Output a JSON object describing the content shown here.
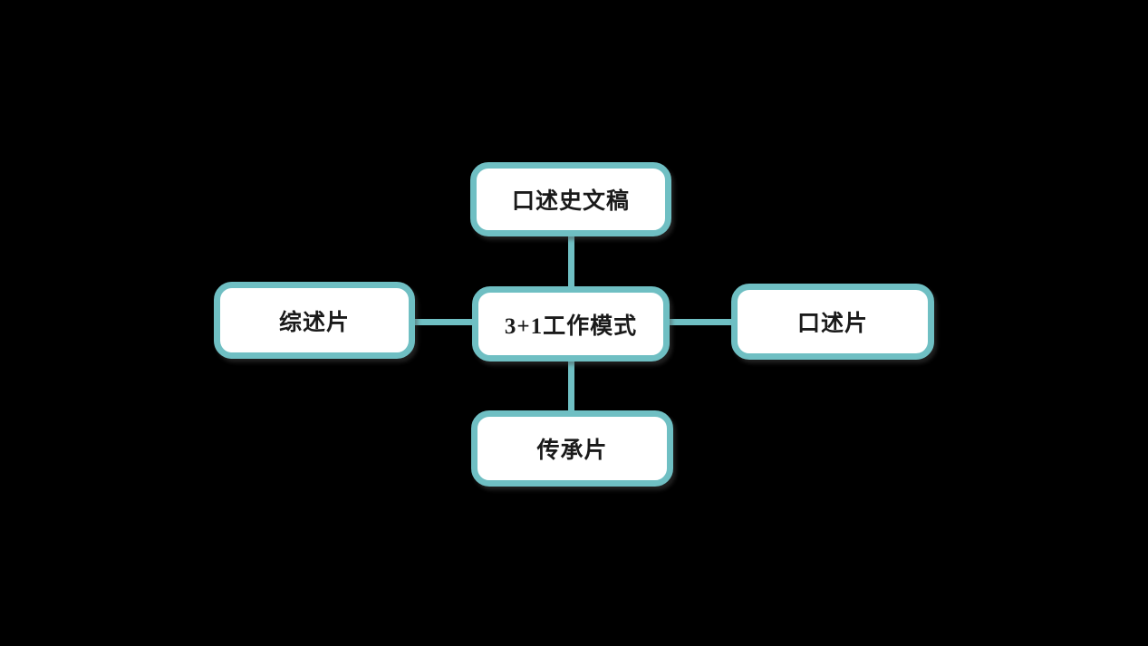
{
  "diagram": {
    "title": "3+1 work mode diagram",
    "colors": {
      "background": "#000000",
      "node_fill": "#ffffff",
      "node_border": "#6FBFC3",
      "connector": "#6FBFC3",
      "text": "#1a1a1a"
    },
    "nodes": [
      {
        "id": "top",
        "label": "口述史文稿",
        "position": "top"
      },
      {
        "id": "center",
        "label": "3+1工作模式",
        "position": "center"
      },
      {
        "id": "left",
        "label": "综述片",
        "position": "left"
      },
      {
        "id": "right",
        "label": "口述片",
        "position": "right"
      },
      {
        "id": "bottom",
        "label": "传承片",
        "position": "bottom"
      }
    ],
    "connections": [
      {
        "from": "top",
        "to": "center"
      },
      {
        "from": "left",
        "to": "center"
      },
      {
        "from": "center",
        "to": "right"
      },
      {
        "from": "center",
        "to": "bottom"
      }
    ]
  }
}
